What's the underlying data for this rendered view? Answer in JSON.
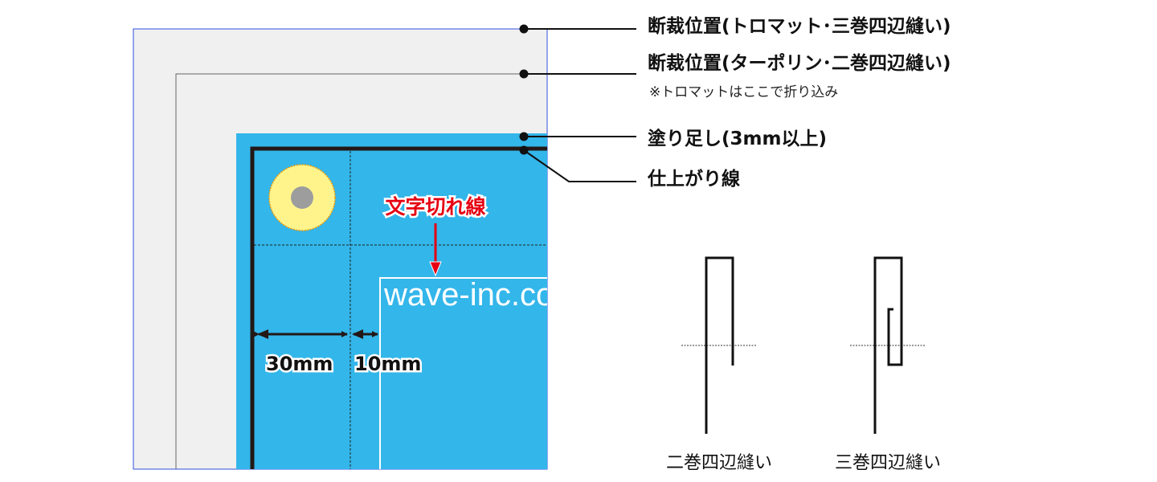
{
  "labels": {
    "trim_tromat": "断裁位置(トロマット･三巻四辺縫い)",
    "trim_tarpaulin": "断裁位置(ターポリン･二巻四辺縫い)",
    "tromat_note": "※トロマットはここで折り込み",
    "bleed": "塗り足し(3mm以上)",
    "finish_line": "仕上がり線"
  },
  "annotations": {
    "text_cut_line": "文字切れ線",
    "margin_30": "30mm",
    "margin_10": "10mm",
    "sample_text": "wave-inc.co"
  },
  "fold_diagrams": [
    {
      "caption": "二巻四辺縫い"
    },
    {
      "caption": "三巻四辺縫い"
    }
  ],
  "colors": {
    "bleed_blue": "#33b6ea",
    "trim_area": "#f0f0f0",
    "outer_border": "#3050e0",
    "grommet_fill": "#fff48c",
    "grommet_edge": "#f39800",
    "grommet_hole": "#9d9d9e",
    "accent_red": "#e60012"
  }
}
